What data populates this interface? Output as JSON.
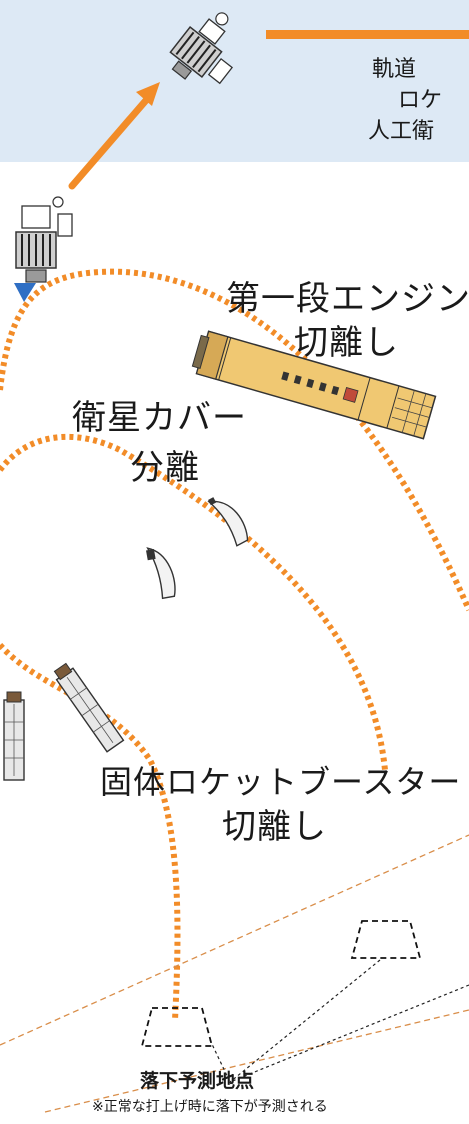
{
  "colors": {
    "sky_band": "#dde9f5",
    "trajectory": "#f28c28",
    "arrow": "#f28c28",
    "satellite_cone": "#2f6fc4",
    "engine_stage": "#f0c872",
    "booster": "#e8e8e8"
  },
  "labels": {
    "orbit_line1": "軌道",
    "orbit_line2": "ロケ",
    "orbit_line3": "人工衛",
    "first_stage_line1": "第一段エンジン",
    "first_stage_line2": "切離し",
    "fairing_line1": "衛星カバー",
    "fairing_line2": "分離",
    "srb_line1": "固体ロケットブースター",
    "srb_line2": "切離し",
    "impact_title": "落下予測地点",
    "impact_note": "※正常な打上げ時に落下が予測される"
  },
  "icons": [
    "satellite-icon",
    "satellite-icon",
    "first-stage-icon",
    "fairing-piece-icon",
    "fairing-piece-icon",
    "solid-booster-icon",
    "solid-booster-icon",
    "impact-zone-icon",
    "impact-zone-icon"
  ]
}
